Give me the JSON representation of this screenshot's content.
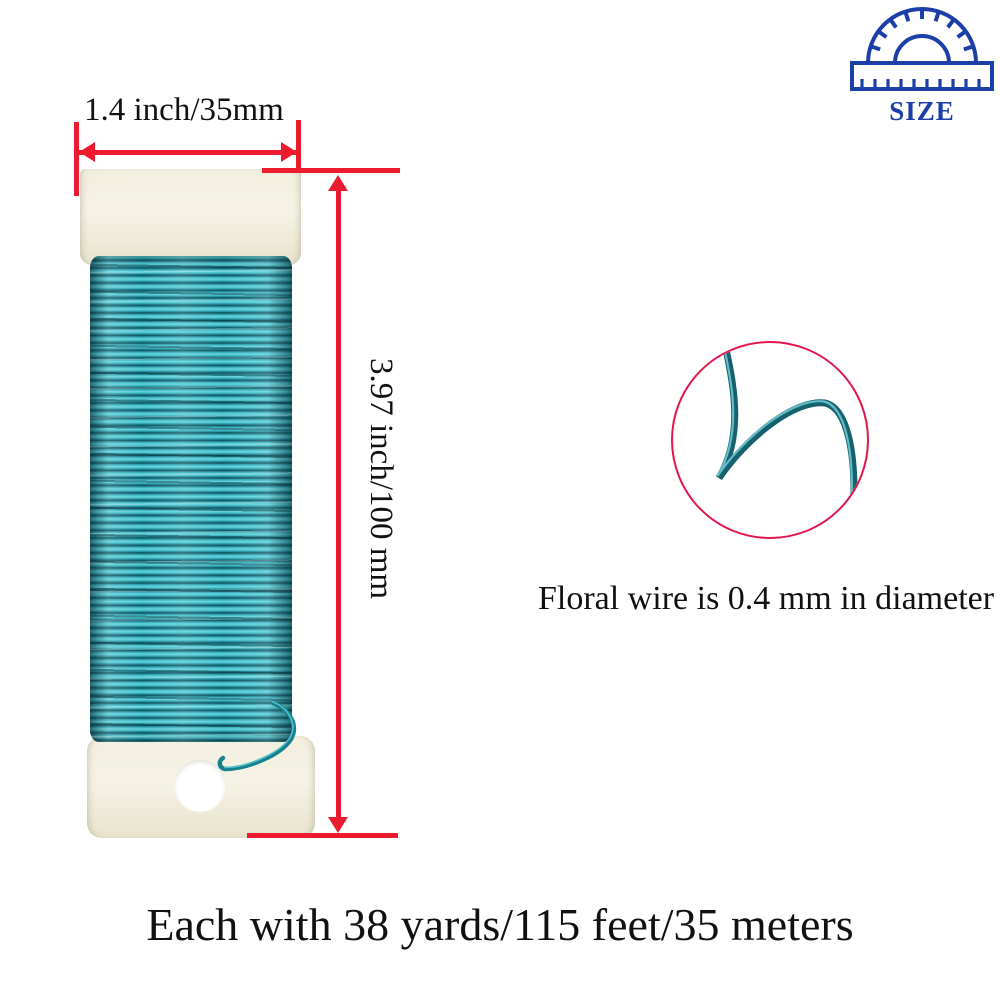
{
  "dimensions": {
    "width_label": "1.4 inch/35mm",
    "height_label": "3.97 inch/100 mm"
  },
  "inset": {
    "caption": "Floral wire is 0.4 mm in diameter"
  },
  "footer": {
    "caption": "Each with 38 yards/115 feet/35 meters"
  },
  "size_badge": {
    "icon": "protractor-icon",
    "label": "SIZE"
  },
  "colors": {
    "dimension_red": "#ec1b2d",
    "inset_circle_red": "#e2164b",
    "badge_blue": "#1c3ea8",
    "spool_cream": "#f2efdf",
    "spool_cream_shade": "#e7e3cd",
    "wire_bright": "#4fc8d2",
    "wire_mid": "#2ba4b4",
    "wire_dark": "#0d4a55"
  }
}
